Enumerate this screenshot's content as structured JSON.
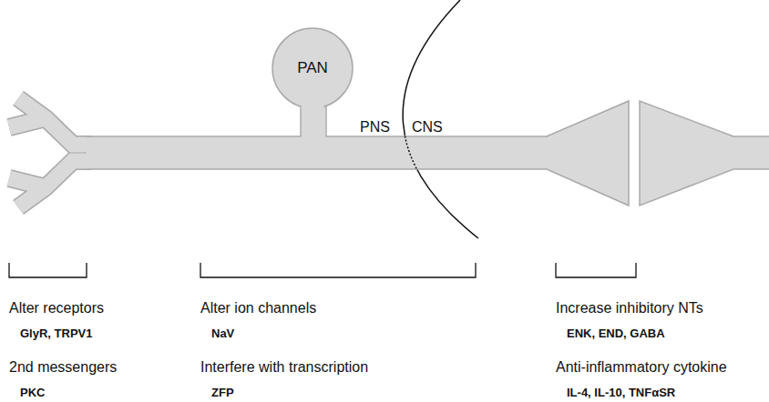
{
  "diagram": {
    "nodes": [
      {
        "text": [
          "PAN"
        ]
      }
    ],
    "labels": [
      "PNS",
      "CNS",
      "Alter receptors",
      "GlyR, TRPV1",
      "2nd messengers",
      "PKC",
      "Alter ion channels",
      "NaV",
      "Interfere with transcription",
      "ZFP",
      "Increase inhibitory NTs",
      "ENK, END, GABA",
      "Anti-inflammatory cytokine",
      "IL-4, IL-10, TNFαSR"
    ]
  }
}
